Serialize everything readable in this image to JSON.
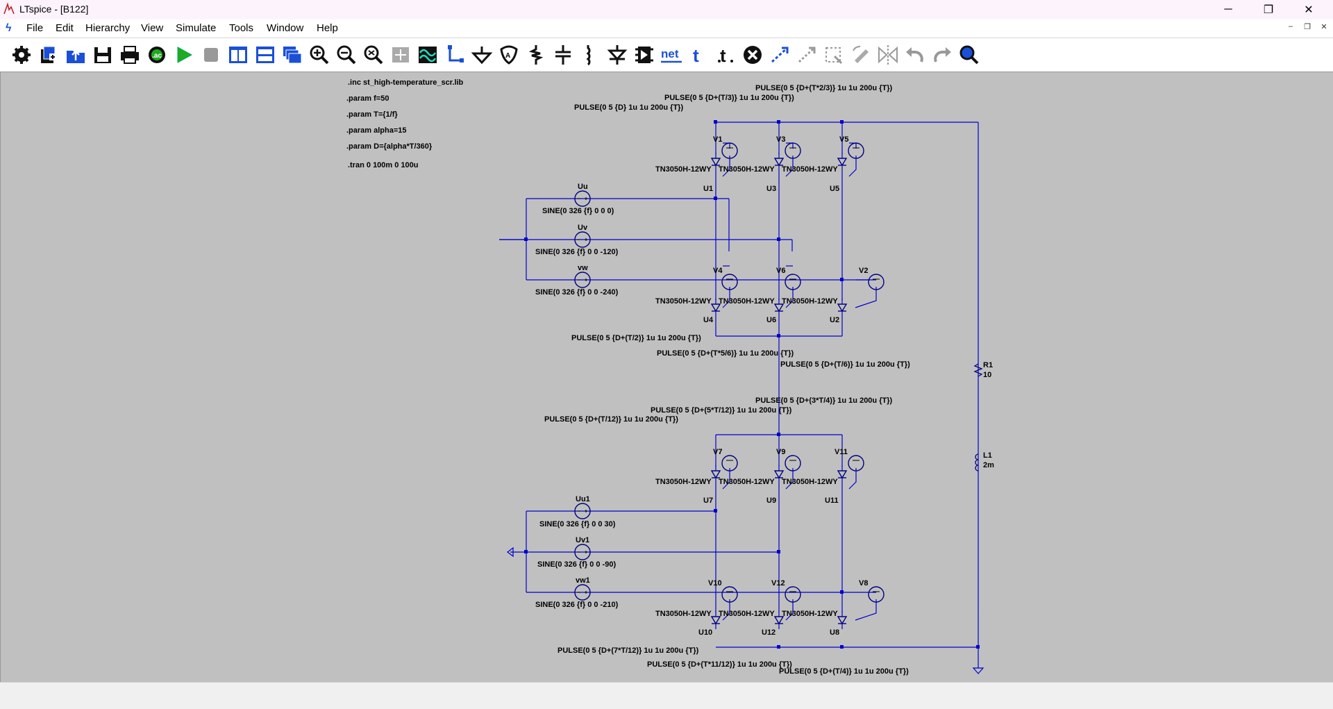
{
  "window": {
    "title": "LTspice - [B122]",
    "controls": {
      "minimize": "─",
      "maximize": "❐",
      "close": "✕"
    }
  },
  "menu": {
    "items": [
      "File",
      "Edit",
      "Hierarchy",
      "View",
      "Simulate",
      "Tools",
      "Window",
      "Help"
    ],
    "mdi": {
      "minimize": "–",
      "restore": "❐",
      "close": "✕"
    }
  },
  "toolbar": {
    "buttons": [
      {
        "icon": "gear-icon"
      },
      {
        "icon": "new-schematic-icon"
      },
      {
        "icon": "open-icon"
      },
      {
        "icon": "save-icon"
      },
      {
        "icon": "print-icon"
      },
      {
        "icon": "control-panel-icon"
      },
      {
        "icon": "run-icon"
      },
      {
        "icon": "halt-icon"
      },
      {
        "icon": "tile-vertical-icon"
      },
      {
        "icon": "tile-horizontal-icon"
      },
      {
        "icon": "cascade-icon"
      },
      {
        "icon": "zoom-in-icon"
      },
      {
        "icon": "zoom-out-icon"
      },
      {
        "icon": "zoom-fit-icon"
      },
      {
        "icon": "pan-icon"
      },
      {
        "icon": "waveform-icon"
      },
      {
        "icon": "wire-icon"
      },
      {
        "icon": "ground-icon"
      },
      {
        "icon": "label-net-icon"
      },
      {
        "icon": "resistor-icon"
      },
      {
        "icon": "capacitor-icon"
      },
      {
        "icon": "inductor-icon"
      },
      {
        "icon": "diode-icon"
      },
      {
        "icon": "component-icon"
      },
      {
        "icon": "net-label-icon"
      },
      {
        "icon": "text-icon"
      },
      {
        "icon": "spice-directive-icon"
      },
      {
        "icon": "delete-icon"
      },
      {
        "icon": "duplicate-icon"
      },
      {
        "icon": "move-icon"
      },
      {
        "icon": "drag-icon"
      },
      {
        "icon": "rotate-icon"
      },
      {
        "icon": "mirror-icon"
      },
      {
        "icon": "undo-icon"
      },
      {
        "icon": "redo-icon"
      },
      {
        "icon": "find-icon"
      }
    ]
  },
  "schematic": {
    "directives": [
      ".inc st_high-temperature_scr.lib",
      ".param f=50",
      ".param T={1/f}",
      ".param alpha=15",
      ".param D={alpha*T/360}",
      ".tran 0 100m 0 100u"
    ],
    "sources_top": [
      {
        "name": "Uu",
        "value": "SINE(0 326 {f} 0 0 0)"
      },
      {
        "name": "Uv",
        "value": "SINE(0 326 {f} 0 0 -120)"
      },
      {
        "name": "vw",
        "value": "SINE(0 326 {f} 0 0 -240)"
      }
    ],
    "sources_bottom": [
      {
        "name": "Uu1",
        "value": "SINE(0 326 {f} 0 0 30)"
      },
      {
        "name": "Uv1",
        "value": "SINE(0 326 {f} 0 0 -90)"
      },
      {
        "name": "vw1",
        "value": "SINE(0 326 {f} 0 0 -210)"
      }
    ],
    "scr_part": "TN3050H-12WY",
    "scr_top_upper": [
      "U1",
      "U3",
      "U5"
    ],
    "scr_top_lower": [
      "U4",
      "U6",
      "U2"
    ],
    "scr_bot_upper": [
      "U7",
      "U9",
      "U11"
    ],
    "scr_bot_lower": [
      "U10",
      "U12",
      "U8"
    ],
    "gate_top_upper": [
      "V1",
      "V3",
      "V5"
    ],
    "gate_top_lower": [
      "V4",
      "V6",
      "V2"
    ],
    "gate_bot_upper": [
      "V7",
      "V9",
      "V11"
    ],
    "gate_bot_lower": [
      "V10",
      "V12",
      "V8"
    ],
    "pulses_top": [
      "PULSE(0 5 {D+(T*2/3)} 1u 1u 200u {T})",
      "PULSE(0 5 {D+(T/3)} 1u 1u 200u {T})",
      "PULSE(0 5 {D} 1u 1u 200u {T})",
      "PULSE(0 5 {D+(T/2)} 1u 1u 200u {T})",
      "PULSE(0 5 {D+(T*5/6)} 1u 1u 200u {T})",
      "PULSE(0 5 {D+(T/6)} 1u 1u 200u {T})"
    ],
    "pulses_bottom": [
      "PULSE(0 5 {D+(3*T/4)} 1u 1u 200u {T})",
      "PULSE(0 5 {D+(5*T/12)} 1u 1u 200u {T})",
      "PULSE(0 5 {D+(T/12)} 1u 1u 200u {T})",
      "PULSE(0 5 {D+(7*T/12)} 1u 1u 200u {T})",
      "PULSE(0 5 {D+(T*11/12)} 1u 1u 200u {T})",
      "PULSE(0 5 {D+(T/4)} 1u 1u 200u {T})"
    ],
    "resistor": {
      "name": "R1",
      "value": "10"
    },
    "inductor": {
      "name": "L1",
      "value": "2m"
    }
  },
  "colors": {
    "wire": "#0000cc",
    "canvas": "#c0c0c0",
    "component": "#000080"
  }
}
